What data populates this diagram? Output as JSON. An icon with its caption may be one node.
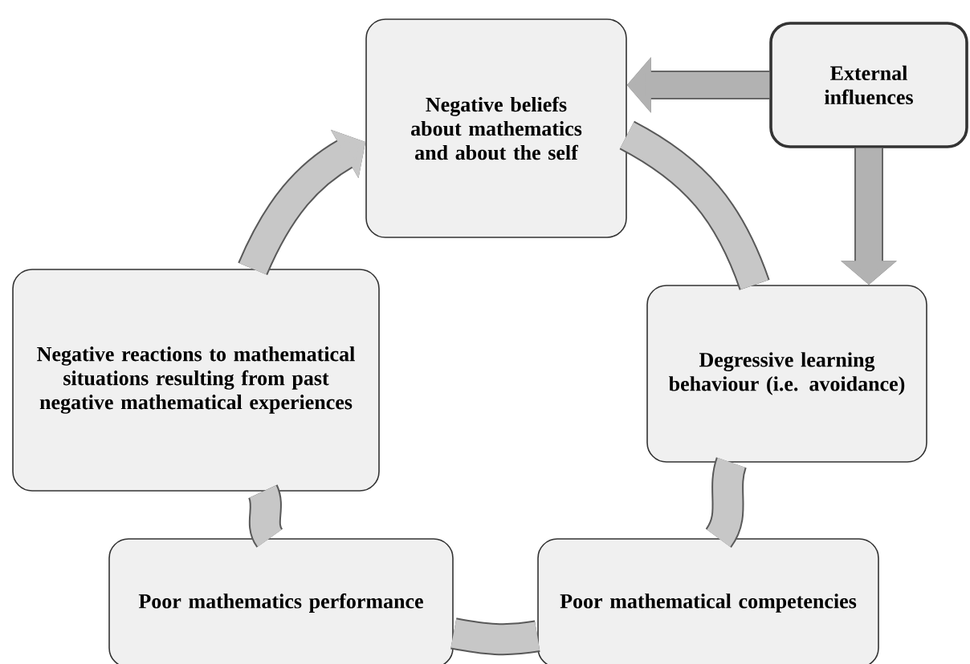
{
  "diagram": {
    "nodes": [
      {
        "text": [
          "Negative beliefs about mathematics and about the self"
        ]
      },
      {
        "text": [
          "External influences"
        ]
      },
      {
        "text": [
          "Negative reactions to mathematical situations resulting from past negative mathematical experiences"
        ]
      },
      {
        "text": [
          "Degressive learning behaviour (i.e. avoidance)"
        ]
      },
      {
        "text": [
          "Poor mathematics performance"
        ]
      },
      {
        "text": [
          "Poor mathematical competencies"
        ]
      }
    ],
    "edges": [
      {
        "from": 0,
        "to": 3,
        "arrow": "none"
      },
      {
        "from": 3,
        "to": 5,
        "arrow": "none"
      },
      {
        "from": 5,
        "to": 4,
        "arrow": "none"
      },
      {
        "from": 4,
        "to": 2,
        "arrow": "none"
      },
      {
        "from": 2,
        "to": 0,
        "arrow": "to"
      },
      {
        "from": 1,
        "to": 0,
        "arrow": "to"
      },
      {
        "from": 1,
        "to": 3,
        "arrow": "to"
      }
    ]
  }
}
